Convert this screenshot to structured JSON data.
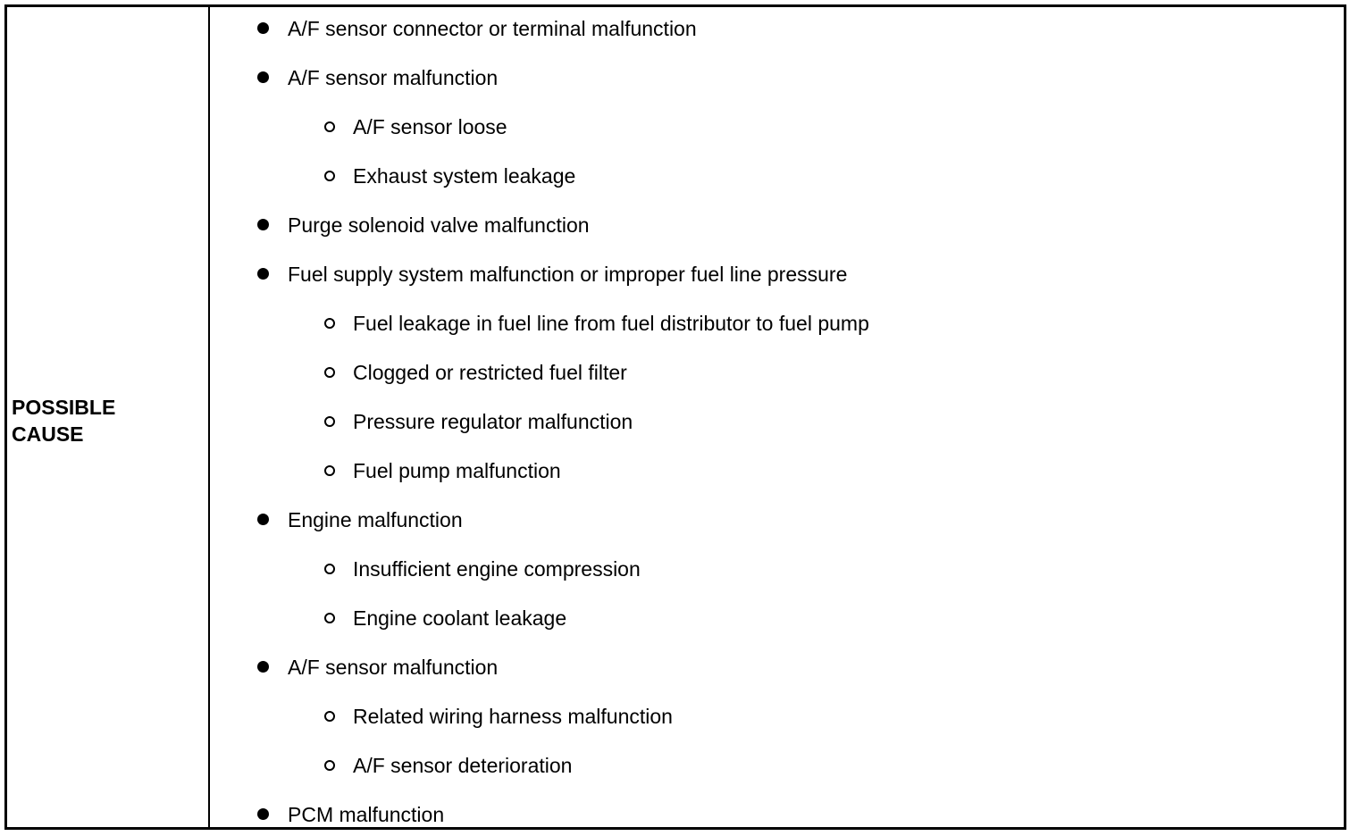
{
  "label": "POSSIBLE\nCAUSE",
  "causes": [
    {
      "level": 1,
      "text": "A/F sensor connector or terminal malfunction"
    },
    {
      "level": 1,
      "text": "A/F sensor malfunction"
    },
    {
      "level": 2,
      "text": "A/F sensor loose"
    },
    {
      "level": 2,
      "text": "Exhaust system leakage"
    },
    {
      "level": 1,
      "text": "Purge solenoid valve malfunction"
    },
    {
      "level": 1,
      "text": "Fuel supply system malfunction or improper fuel line pressure"
    },
    {
      "level": 2,
      "text": "Fuel leakage in fuel line from fuel distributor to fuel pump"
    },
    {
      "level": 2,
      "text": "Clogged or restricted fuel filter"
    },
    {
      "level": 2,
      "text": "Pressure regulator malfunction"
    },
    {
      "level": 2,
      "text": "Fuel pump malfunction"
    },
    {
      "level": 1,
      "text": "Engine malfunction"
    },
    {
      "level": 2,
      "text": "Insufficient engine compression"
    },
    {
      "level": 2,
      "text": "Engine coolant leakage"
    },
    {
      "level": 1,
      "text": "A/F sensor malfunction"
    },
    {
      "level": 2,
      "text": "Related wiring harness malfunction"
    },
    {
      "level": 2,
      "text": "A/F sensor deterioration"
    },
    {
      "level": 1,
      "text": "PCM malfunction"
    }
  ]
}
